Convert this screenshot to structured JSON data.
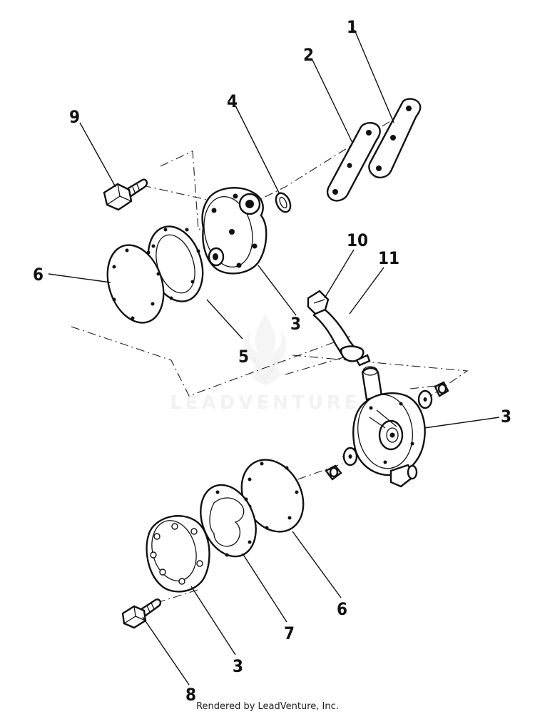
{
  "watermark": {
    "text": "LEADVENTURE"
  },
  "footer": {
    "text": "Rendered by LeadVenture, Inc."
  },
  "callouts": {
    "c1": "1",
    "c2": "2",
    "c3a": "3",
    "c3b": "3",
    "c3c": "3",
    "c4": "4",
    "c5": "5",
    "c6a": "6",
    "c6b": "6",
    "c7": "7",
    "c8": "8",
    "c9": "9",
    "c10": "10",
    "c11": "11"
  }
}
